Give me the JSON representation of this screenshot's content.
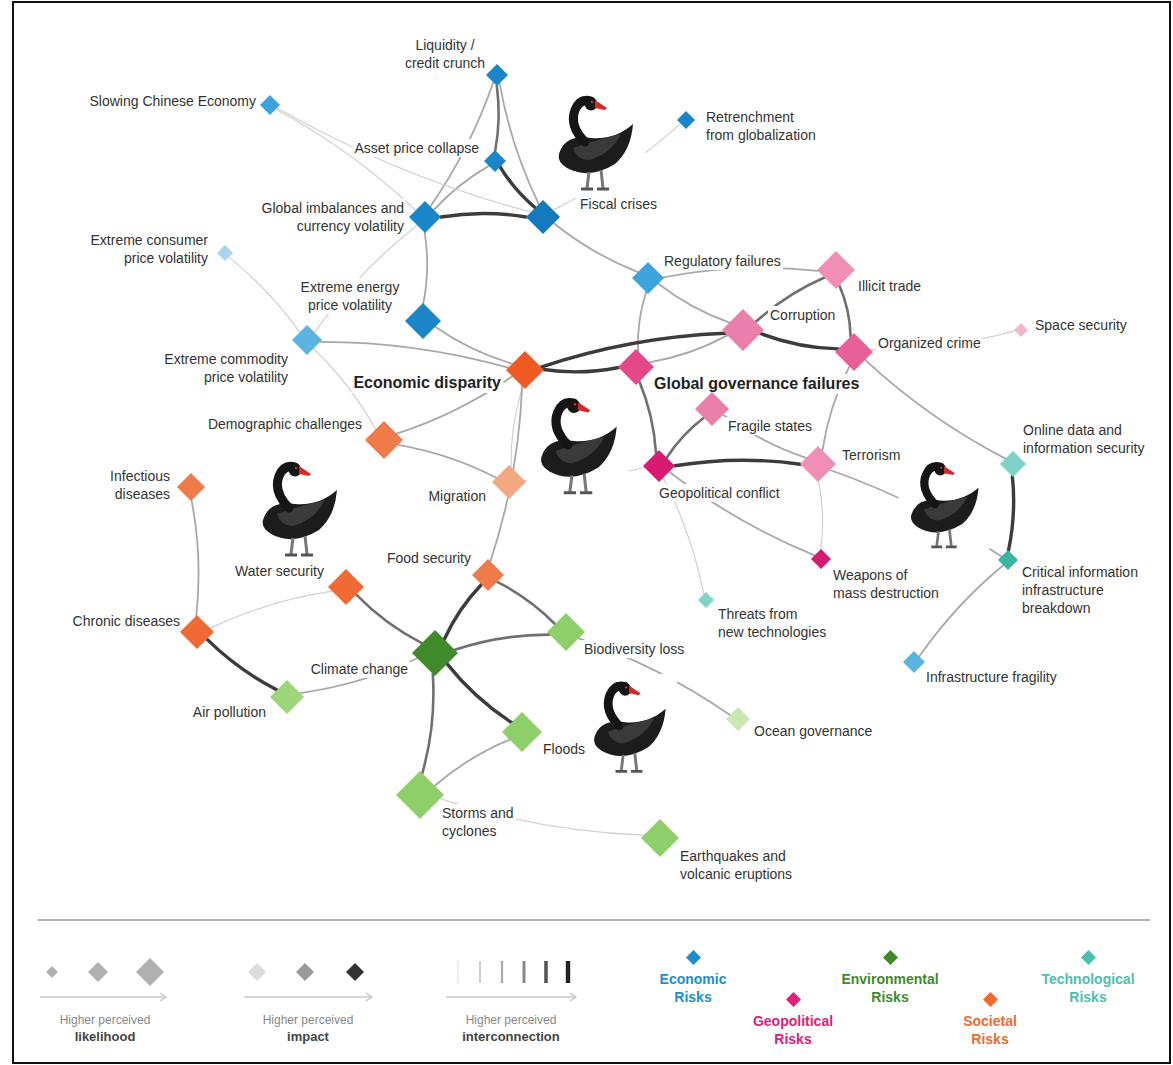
{
  "diagram": {
    "nodes": [
      {
        "text": [
          "Liquidity / credit crunch"
        ]
      },
      {
        "text": [
          "Slowing Chinese Economy"
        ]
      },
      {
        "text": [
          "Retrenchment from globalization"
        ]
      },
      {
        "text": [
          "Asset price collapse"
        ]
      },
      {
        "text": [
          "Fiscal crises"
        ]
      },
      {
        "text": [
          "Global imbalances and currency volatility"
        ]
      },
      {
        "text": [
          "Extreme consumer price volatility"
        ]
      },
      {
        "text": [
          "Regulatory failures"
        ]
      },
      {
        "text": [
          "Extreme energy price volatility"
        ]
      },
      {
        "text": [
          "Extreme commodity price volatility"
        ]
      },
      {
        "text": [
          "Infrastructure fragility"
        ]
      },
      {
        "text": [
          "Illicit trade"
        ]
      },
      {
        "text": [
          "Corruption"
        ]
      },
      {
        "text": [
          "Organized crime"
        ]
      },
      {
        "text": [
          "Space security"
        ]
      },
      {
        "text": [
          "Global governance failures"
        ]
      },
      {
        "text": [
          "Fragile states"
        ]
      },
      {
        "text": [
          "Terrorism"
        ]
      },
      {
        "text": [
          "Geopolitical conflict"
        ]
      },
      {
        "text": [
          "Weapons of mass destruction"
        ]
      },
      {
        "text": [
          "Online data and information security"
        ]
      },
      {
        "text": [
          "Critical information infrastructure breakdown"
        ]
      },
      {
        "text": [
          "Threats from new technologies"
        ]
      },
      {
        "text": [
          "Economic disparity"
        ]
      },
      {
        "text": [
          "Demographic challenges"
        ]
      },
      {
        "text": [
          "Migration"
        ]
      },
      {
        "text": [
          "Infectious diseases"
        ]
      },
      {
        "text": [
          "Water security"
        ]
      },
      {
        "text": [
          "Food security"
        ]
      },
      {
        "text": [
          "Chronic diseases"
        ]
      },
      {
        "text": [
          "Climate change"
        ]
      },
      {
        "text": [
          "Biodiversity loss"
        ]
      },
      {
        "text": [
          "Air pollution"
        ]
      },
      {
        "text": [
          "Floods"
        ]
      },
      {
        "text": [
          "Ocean governance"
        ]
      },
      {
        "text": [
          "Storms and cyclones"
        ]
      },
      {
        "text": [
          "Earthquakes and volcanic eruptions"
        ]
      }
    ],
    "edges": [
      {
        "from": 0,
        "to": 3,
        "arrow": "none"
      },
      {
        "from": 0,
        "to": 4,
        "arrow": "none"
      },
      {
        "from": 0,
        "to": 5,
        "arrow": "none"
      },
      {
        "from": 3,
        "to": 4,
        "arrow": "none"
      },
      {
        "from": 5,
        "to": 4,
        "arrow": "none"
      },
      {
        "from": 3,
        "to": 5,
        "arrow": "none"
      },
      {
        "from": 1,
        "to": 5,
        "arrow": "none"
      },
      {
        "from": 1,
        "to": 4,
        "arrow": "none"
      },
      {
        "from": 5,
        "to": 8,
        "arrow": "none"
      },
      {
        "from": 5,
        "to": 9,
        "arrow": "none"
      },
      {
        "from": 6,
        "to": 9,
        "arrow": "none"
      },
      {
        "from": 8,
        "to": 23,
        "arrow": "none"
      },
      {
        "from": 9,
        "to": 23,
        "arrow": "none"
      },
      {
        "from": 4,
        "to": 7,
        "arrow": "none"
      },
      {
        "from": 2,
        "to": 4,
        "arrow": "none"
      },
      {
        "from": 7,
        "to": 15,
        "arrow": "none"
      },
      {
        "from": 7,
        "to": 11,
        "arrow": "none"
      },
      {
        "from": 23,
        "to": 15,
        "arrow": "none"
      },
      {
        "from": 23,
        "to": 12,
        "arrow": "none"
      },
      {
        "from": 15,
        "to": 12,
        "arrow": "none"
      },
      {
        "from": 12,
        "to": 11,
        "arrow": "none"
      },
      {
        "from": 12,
        "to": 13,
        "arrow": "none"
      },
      {
        "from": 11,
        "to": 13,
        "arrow": "none"
      },
      {
        "from": 13,
        "to": 14,
        "arrow": "none"
      },
      {
        "from": 15,
        "to": 18,
        "arrow": "none"
      },
      {
        "from": 16,
        "to": 18,
        "arrow": "none"
      },
      {
        "from": 18,
        "to": 17,
        "arrow": "none"
      },
      {
        "from": 16,
        "to": 17,
        "arrow": "none"
      },
      {
        "from": 17,
        "to": 13,
        "arrow": "none"
      },
      {
        "from": 18,
        "to": 19,
        "arrow": "none"
      },
      {
        "from": 17,
        "to": 19,
        "arrow": "none"
      },
      {
        "from": 13,
        "to": 20,
        "arrow": "none"
      },
      {
        "from": 20,
        "to": 21,
        "arrow": "none"
      },
      {
        "from": 21,
        "to": 10,
        "arrow": "none"
      },
      {
        "from": 17,
        "to": 21,
        "arrow": "none"
      },
      {
        "from": 22,
        "to": 18,
        "arrow": "none"
      },
      {
        "from": 23,
        "to": 24,
        "arrow": "none"
      },
      {
        "from": 24,
        "to": 9,
        "arrow": "none"
      },
      {
        "from": 24,
        "to": 25,
        "arrow": "none"
      },
      {
        "from": 23,
        "to": 25,
        "arrow": "none"
      },
      {
        "from": 23,
        "to": 28,
        "arrow": "none"
      },
      {
        "from": 28,
        "to": 30,
        "arrow": "none"
      },
      {
        "from": 28,
        "to": 31,
        "arrow": "none"
      },
      {
        "from": 27,
        "to": 30,
        "arrow": "none"
      },
      {
        "from": 26,
        "to": 29,
        "arrow": "none"
      },
      {
        "from": 29,
        "to": 32,
        "arrow": "none"
      },
      {
        "from": 29,
        "to": 27,
        "arrow": "none"
      },
      {
        "from": 32,
        "to": 30,
        "arrow": "none"
      },
      {
        "from": 30,
        "to": 31,
        "arrow": "none"
      },
      {
        "from": 30,
        "to": 33,
        "arrow": "none"
      },
      {
        "from": 30,
        "to": 35,
        "arrow": "none"
      },
      {
        "from": 33,
        "to": 35,
        "arrow": "none"
      },
      {
        "from": 31,
        "to": 34,
        "arrow": "none"
      },
      {
        "from": 35,
        "to": 36,
        "arrow": "none"
      },
      {
        "from": 18,
        "to": 25,
        "arrow": "none"
      },
      {
        "from": 7,
        "to": 12,
        "arrow": "none"
      }
    ],
    "legend": [
      {
        "text": "Higher perceived likelihood"
      },
      {
        "text": "Higher perceived impact"
      },
      {
        "text": "Higher perceived interconnection"
      },
      {
        "text": "Economic Risks",
        "color": "#1a8fd0"
      },
      {
        "text": "Geopolitical Risks",
        "color": "#e0207a"
      },
      {
        "text": "Environmental Risks",
        "color": "#3f8a2b"
      },
      {
        "text": "Societal Risks",
        "color": "#f06a30"
      },
      {
        "text": "Technological Risks",
        "color": "#4dbfae"
      }
    ]
  }
}
